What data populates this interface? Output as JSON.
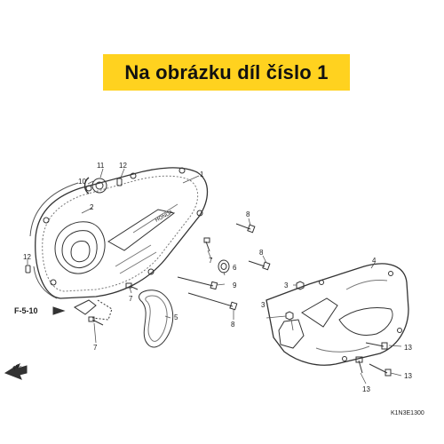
{
  "banner": {
    "text": "Na obrázku díl číslo 1",
    "color": "#ffd21f"
  },
  "callouts": {
    "c1": "1",
    "c2": "2",
    "c3a": "3",
    "c3b": "3",
    "c4": "4",
    "c5": "5",
    "c6": "6",
    "c7a": "7",
    "c7b": "7",
    "c8a": "8",
    "c8b": "8",
    "c8c": "8",
    "c9": "9",
    "c10": "10",
    "c11": "11",
    "c12a": "12",
    "c12b": "12",
    "c13a": "13",
    "c13b": "13",
    "c13c": "13"
  },
  "reference": {
    "label": "F-5-10"
  },
  "front": {
    "label": "FR."
  },
  "diagram_code": "K1N3E1300"
}
